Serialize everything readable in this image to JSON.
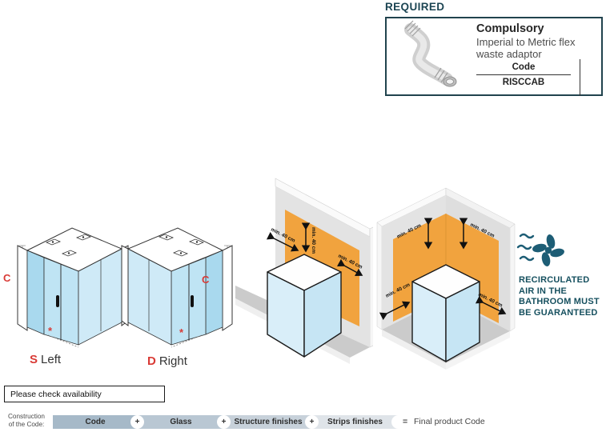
{
  "required": {
    "heading": "REQUIRED",
    "product": {
      "title": "Compulsory",
      "description": "Imperial to Metric flex waste adaptor",
      "code_label": "Code",
      "code_value": "RISCCAB",
      "image": "flex-waste-adaptor-photo"
    }
  },
  "cabins": [
    {
      "letter": "S",
      "side": "Left",
      "height_label": "C",
      "footnote": "*"
    },
    {
      "letter": "D",
      "side": "Right",
      "height_label": "C",
      "footnote": "*"
    }
  ],
  "installation": {
    "diagrams": [
      {
        "type": "against-wall",
        "clearances": [
          "min. 40 cm",
          "min. 40 cm",
          "min. 40 cm"
        ]
      },
      {
        "type": "corner",
        "clearances": [
          "min. 40 cm",
          "min. 40 cm",
          "min. 40 cm",
          "min. 40 cm"
        ]
      }
    ],
    "ventilation": {
      "icon": "fan-icon",
      "lines": [
        "RECIRCULATED",
        "AIR IN THE",
        "BATHROOM MUST",
        "BE GUARANTEED"
      ]
    }
  },
  "availability_note": "Please check availability",
  "code_construction": {
    "label_lines": [
      "Construction",
      "of the Code:"
    ],
    "segments": [
      {
        "label": "Code"
      },
      {
        "label": "Glass"
      },
      {
        "label": "Structure finishes"
      },
      {
        "label": "Strips finishes"
      }
    ],
    "plus": "+",
    "equals": "=",
    "result": "Final product Code"
  },
  "colors": {
    "heading_teal": "#1c4553",
    "icon_teal": "#1d5d75",
    "accent_red": "#d93a35",
    "clearance_orange": "#f1a33e",
    "glass_blue": "#bfe4f4",
    "segment_grays": [
      "#a6b9c8",
      "#b9c7d3",
      "#c7d1da",
      "#dfe4e9"
    ]
  }
}
